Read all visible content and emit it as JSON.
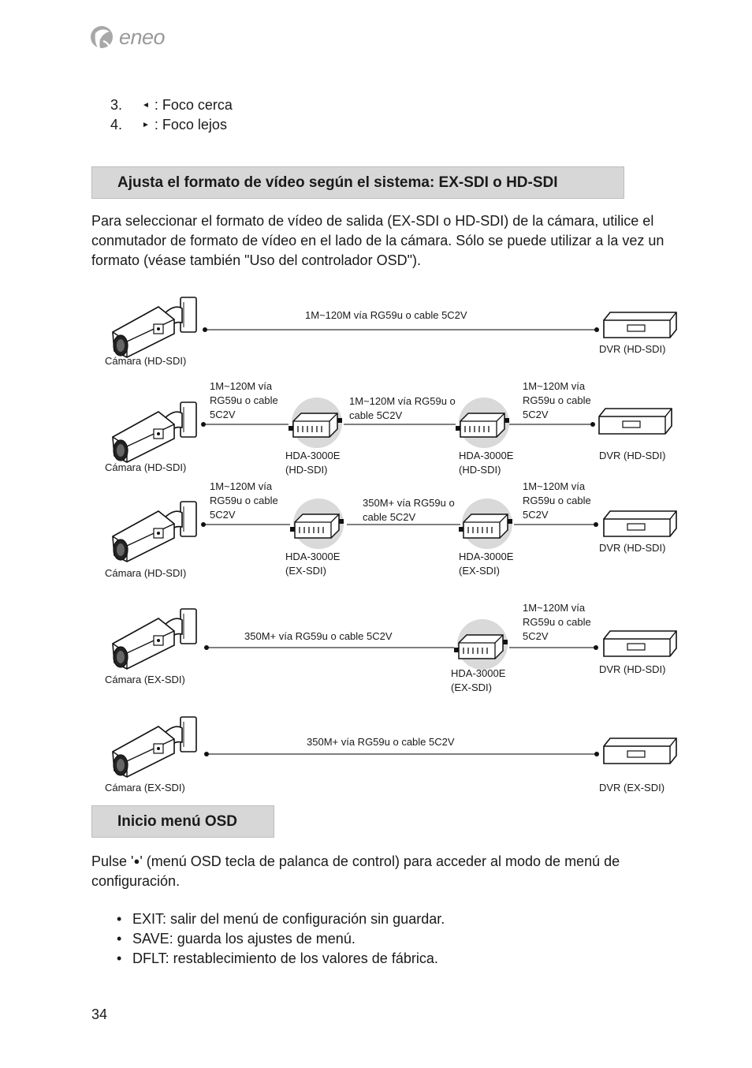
{
  "brand": {
    "name": "eneo"
  },
  "steps": [
    {
      "num": "3.",
      "icon": "left-triangle-icon",
      "symbol": "◄",
      "text": ": Foco cerca"
    },
    {
      "num": "4.",
      "icon": "right-triangle-icon",
      "symbol": "►",
      "text": ": Foco lejos"
    }
  ],
  "section1": {
    "heading": "Ajusta el formato de vídeo según el sistema: EX-SDI o HD-SDI",
    "paragraph": "Para seleccionar el formato de vídeo de salida (EX-SDI o HD-SDI) de la cámara, utilice el conmutador de formato de vídeo en el lado de la cámara. Sólo se puede utilizar a la vez un formato (véase también \"Uso del controlador OSD\")."
  },
  "diagram": {
    "rows": [
      {
        "camera": "Cámara (HD-SDI)",
        "cable_main": "1M~120M vía RG59u o cable 5C2V",
        "dvr": "DVR (HD-SDI)"
      },
      {
        "camera": "Cámara (HD-SDI)",
        "cable_left": [
          "1M~120M vía",
          "RG59u o cable",
          "5C2V"
        ],
        "cable_mid": [
          "1M~120M vía RG59u o",
          "cable 5C2V"
        ],
        "cable_right": [
          "1M~120M vía",
          "RG59u o cable",
          "5C2V"
        ],
        "device_left": [
          "HDA-3000E",
          "(HD-SDI)"
        ],
        "device_right": [
          "HDA-3000E",
          "(HD-SDI)"
        ],
        "dvr": "DVR (HD-SDI)"
      },
      {
        "camera": "Cámara (HD-SDI)",
        "cable_left": [
          "1M~120M vía",
          "RG59u o cable",
          "5C2V"
        ],
        "cable_mid": [
          "350M+ vía RG59u o",
          "cable 5C2V"
        ],
        "cable_right": [
          "1M~120M vía",
          "RG59u o cable",
          "5C2V"
        ],
        "device_left": [
          "HDA-3000E",
          "(EX-SDI)"
        ],
        "device_right": [
          "HDA-3000E",
          "(EX-SDI)"
        ],
        "dvr": "DVR (HD-SDI)"
      },
      {
        "camera": "Cámara (EX-SDI)",
        "cable_main": "350M+ vía RG59u o cable 5C2V",
        "cable_right": [
          "1M~120M vía",
          "RG59u o cable",
          "5C2V"
        ],
        "device_right": [
          "HDA-3000E",
          "(EX-SDI)"
        ],
        "dvr": "DVR (HD-SDI)"
      },
      {
        "camera": "Cámara (EX-SDI)",
        "cable_main": "350M+ vía RG59u o cable 5C2V",
        "dvr": "DVR (EX-SDI)"
      }
    ]
  },
  "section2": {
    "heading": "Inicio menú OSD",
    "paragraph_before": "Pulse '",
    "paragraph_symbol": "●",
    "paragraph_after": "' (menú OSD tecla de palanca de control) para acceder al modo de menú de configuración.",
    "bullets": [
      "EXIT: salir del menú de configuración sin guardar.",
      "SAVE: guarda los ajustes de menú.",
      "DFLT: restablecimiento de los valores de fábrica."
    ]
  },
  "page_number": "34"
}
